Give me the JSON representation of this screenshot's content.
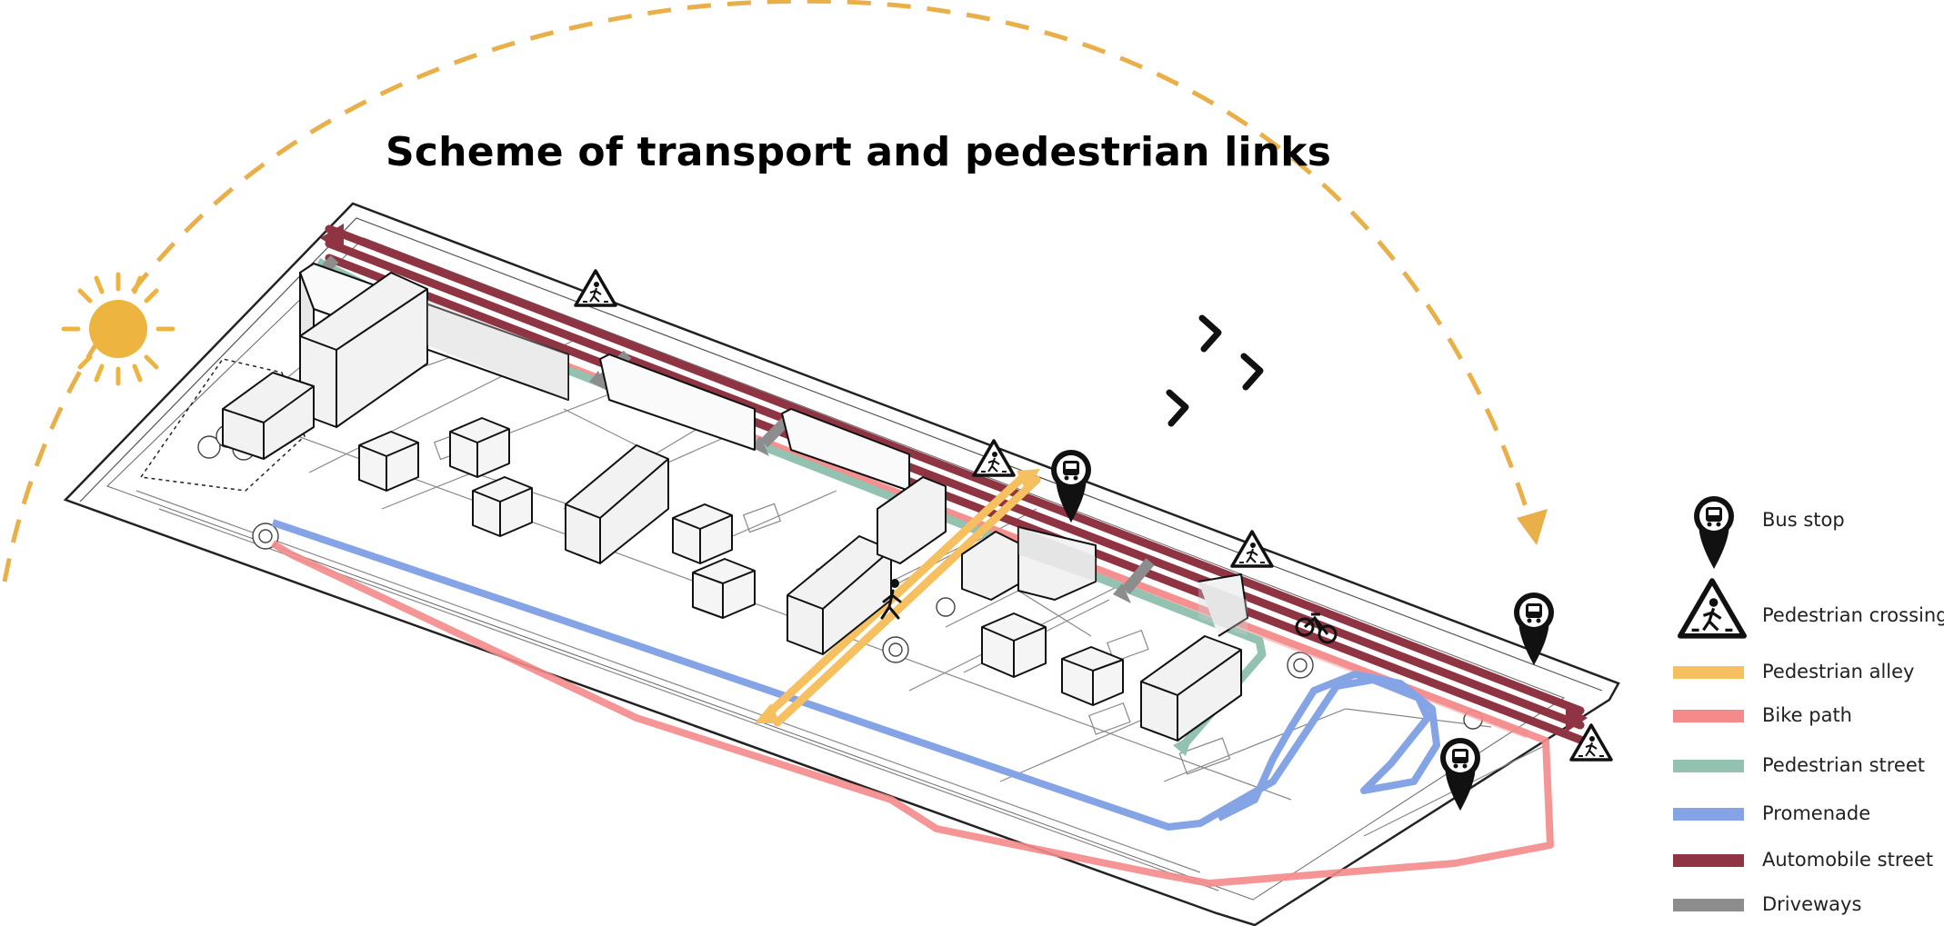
{
  "title": "Scheme of transport and pedestrian links",
  "legend": [
    {
      "key": "bus_stop",
      "label": "Bus stop",
      "icon": "bus-stop-icon"
    },
    {
      "key": "pedestrian_crossing",
      "label": "Pedestrian crossing",
      "icon": "pedestrian-crossing-icon"
    },
    {
      "key": "pedestrian_alley",
      "label": "Pedestrian alley",
      "color": "#f6bf5f"
    },
    {
      "key": "bike_path",
      "label": "Bike path",
      "color": "#f48a8a"
    },
    {
      "key": "pedestrian_street",
      "label": "Pedestrian street",
      "color": "#93c2b1"
    },
    {
      "key": "promenade",
      "label": "Promenade",
      "color": "#85a4e6"
    },
    {
      "key": "automobile_street",
      "label": "Automobile street",
      "color": "#8f3443"
    },
    {
      "key": "driveways",
      "label": "Driveways",
      "color": "#8d8d8d"
    }
  ],
  "colors": {
    "sun": "#eeb440",
    "sun_path": "#e9b04a",
    "pedestrian_alley": "#f6bf5f",
    "bike_path": "#f48a8a",
    "pedestrian_street": "#93c2b1",
    "promenade": "#85a4e6",
    "automobile_street": "#8f3443",
    "driveways": "#8d8d8d",
    "linework": "#333333"
  },
  "icons": [
    "sun-icon",
    "north-chevron-icon",
    "bicycle-icon",
    "walking-person-icon",
    "bus-stop-icon",
    "pedestrian-crossing-icon"
  ]
}
